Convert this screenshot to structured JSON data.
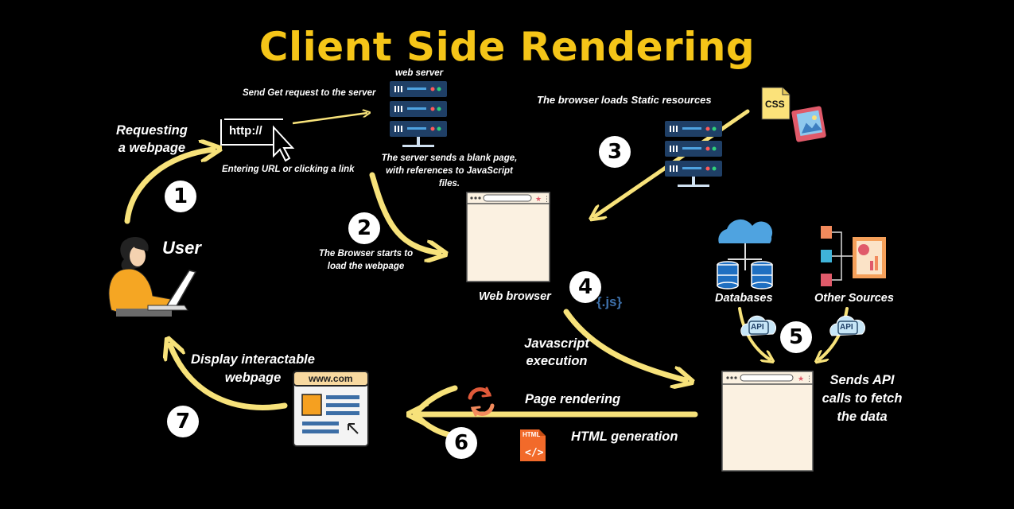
{
  "title": "Client Side Rendering",
  "steps": [
    "1",
    "2",
    "3",
    "4",
    "5",
    "6",
    "7"
  ],
  "labels": {
    "requesting": "Requesting\na webpage",
    "url_text": "http://",
    "entering_url": "Entering URL or clicking a link",
    "send_get": "Send Get request to the server",
    "web_server": "web server",
    "server_sends": "The server sends a blank page,\nwith references to JavaScript\nfiles.",
    "browser_starts": "The Browser starts to\nload the webpage",
    "static_resources": "The browser loads Static resources",
    "css": "CSS",
    "user": "User",
    "web_browser": "Web browser",
    "js_tag": "{.js}",
    "js_execution": "Javascript\nexecution",
    "databases": "Databases",
    "other_sources": "Other Sources",
    "api": "API",
    "sends_api": "Sends API\ncalls to fetch\nthe data",
    "page_rendering": "Page rendering",
    "html_generation": "HTML generation",
    "html_badge": "HTML",
    "display_page": "Display interactable\nwebpage",
    "www": "www.com"
  },
  "colors": {
    "accent": "#f5c518",
    "arrow": "#f7e27a",
    "server": "#1f3f66",
    "browser_bg": "#fbf1e1"
  }
}
